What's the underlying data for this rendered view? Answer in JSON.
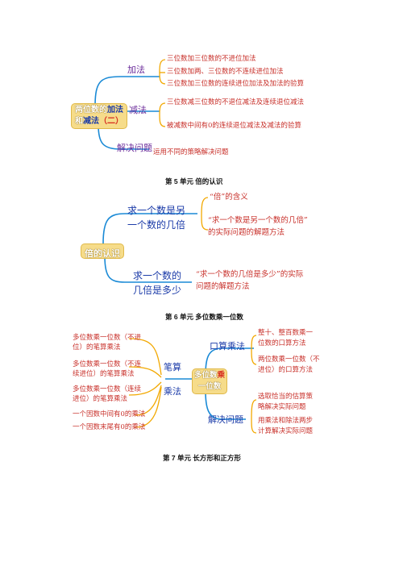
{
  "section4": {
    "center_line1_a": "两位数的",
    "center_line1_b": "加法",
    "center_line2_a": "和",
    "center_line2_b": "减法",
    "center_line2_c": "（二）",
    "branch_add": "加法",
    "branch_sub": "减法",
    "branch_solve": "解决问题",
    "add_items": [
      "三位数加三位数的不进位加法",
      "三位数加两、三位数的不连续进位加法",
      "三位数加三位数的连续进位加法及加法的验算"
    ],
    "sub_items": [
      "三位数减三位数的不退位减法及连续退位减法",
      "被减数中间有0的连续退位减法及减法的验算"
    ],
    "solve_item": "运用不同的策略解决问题"
  },
  "section5": {
    "heading": "第 5 单元  倍的认识",
    "center": "倍的认识",
    "branch1_line1": "求一个数是另",
    "branch1_line2": "一个数的几倍",
    "branch2_line1": "求一个数的",
    "branch2_line2": "几倍是多少",
    "item1": "“倍”的含义",
    "item2_line1": "“求一个数是另一个数的几倍”",
    "item2_line2": "的实际问题的解题方法",
    "item3_line1": "“求一个数的几倍是多少”的实际",
    "item3_line2": "问题的解题方法"
  },
  "section6": {
    "heading": "第 6 单元  多位数乘一位数",
    "center_line1_a": "多位数",
    "center_line1_b": "乘",
    "center_line2": "一位数",
    "branch_written_l1": "笔算",
    "branch_written_l2": "乘法",
    "branch_oral": "口算乘法",
    "branch_solve": "解决问题",
    "left_items": [
      [
        "多位数乘一位数（不进",
        "位）的笔算乘法"
      ],
      [
        "多位数乘一位数（不连",
        "续进位）的笔算乘法"
      ],
      [
        "多位数乘一位数（连续",
        "进位）的笔算乘法"
      ],
      [
        "一个因数中间有0的乘法"
      ],
      [
        "一个因数末尾有0的乘法"
      ]
    ],
    "oral_items": [
      [
        "整十、整百数乘一",
        "位数的口算方法"
      ],
      [
        "两位数乘一位数（不",
        "进位）的口算方法"
      ]
    ],
    "solve_items": [
      [
        "选取恰当的估算策",
        "略解决实际问题"
      ],
      [
        "用乘法和除法两步",
        "计算解决实际问题"
      ]
    ]
  },
  "section7": {
    "heading": "第 7 单元  长方形和正方形"
  }
}
